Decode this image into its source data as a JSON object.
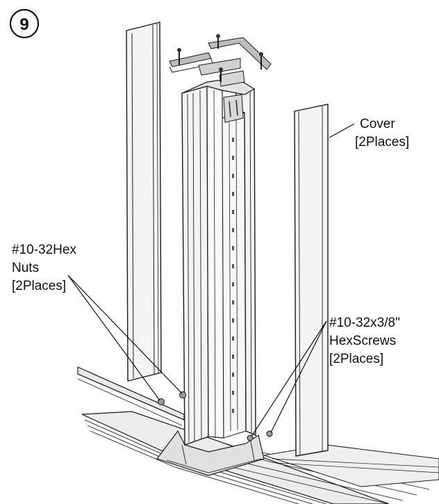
{
  "step": {
    "number": "9"
  },
  "callouts": {
    "cover": {
      "line1": "Cover",
      "line2": "[2Places]"
    },
    "hex_nuts": {
      "line1": "#10-32Hex",
      "line2": "Nuts",
      "line3": "[2Places]"
    },
    "hex_screws": {
      "line1": "#10-32x3/8\"",
      "line2": "HexScrews",
      "line3": "[2Places]"
    }
  },
  "colors": {
    "line": "#1a1a1a",
    "background": "#ffffff"
  }
}
